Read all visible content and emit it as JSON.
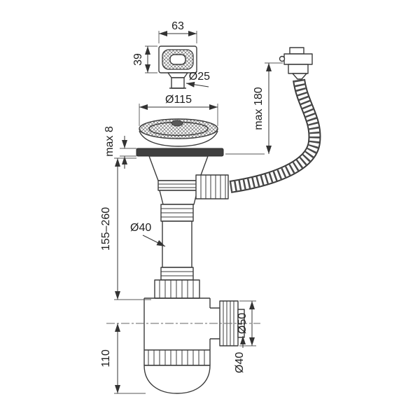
{
  "labels": {
    "overflow_width": "63",
    "overflow_height": "39",
    "overflow_outlet_diameter": "Ø25",
    "strainer_diameter": "Ø115",
    "flange_clamp_max": "max 8",
    "hose_reach_max": "max 180",
    "adjustable_length_range": "155–260",
    "tailpipe_diameter": "Ø40",
    "outlet_nut_diameter": "Ø50",
    "outlet_pipe_diameter": "Ø40",
    "trap_depth": "110"
  },
  "colors": {
    "line": "#3b3b3b",
    "dimension": "#333333",
    "gasket_dark": "#404040",
    "background": "#ffffff"
  }
}
